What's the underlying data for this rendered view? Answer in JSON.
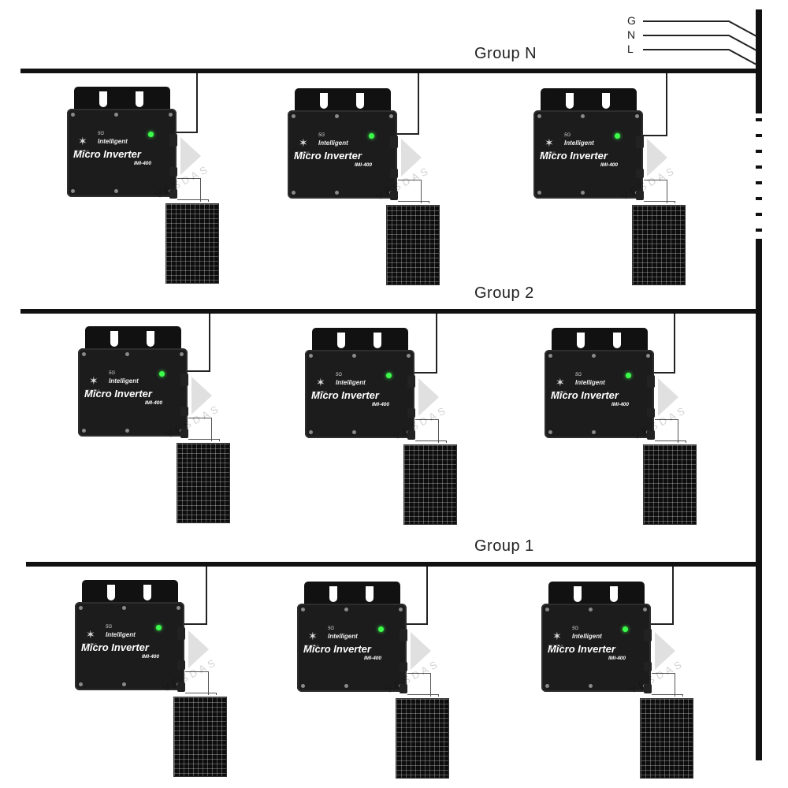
{
  "groups": [
    {
      "label": "Group N"
    },
    {
      "label": "Group 2"
    },
    {
      "label": "Group 1"
    }
  ],
  "grid_lines": [
    "G",
    "N",
    "L"
  ],
  "inverter": {
    "brand_icon": "star-logo-icon",
    "brand_name": "VESDAS",
    "network_tag": "5G",
    "series": "Intelligent",
    "title": "Micro Inverter",
    "model": "IMI-400"
  },
  "watermark": "VESDAS",
  "colors": {
    "bus": "#111111",
    "inverter_body": "#1c1c1c",
    "status_led": "#3bff4a",
    "panel": "#0d0d0d"
  }
}
